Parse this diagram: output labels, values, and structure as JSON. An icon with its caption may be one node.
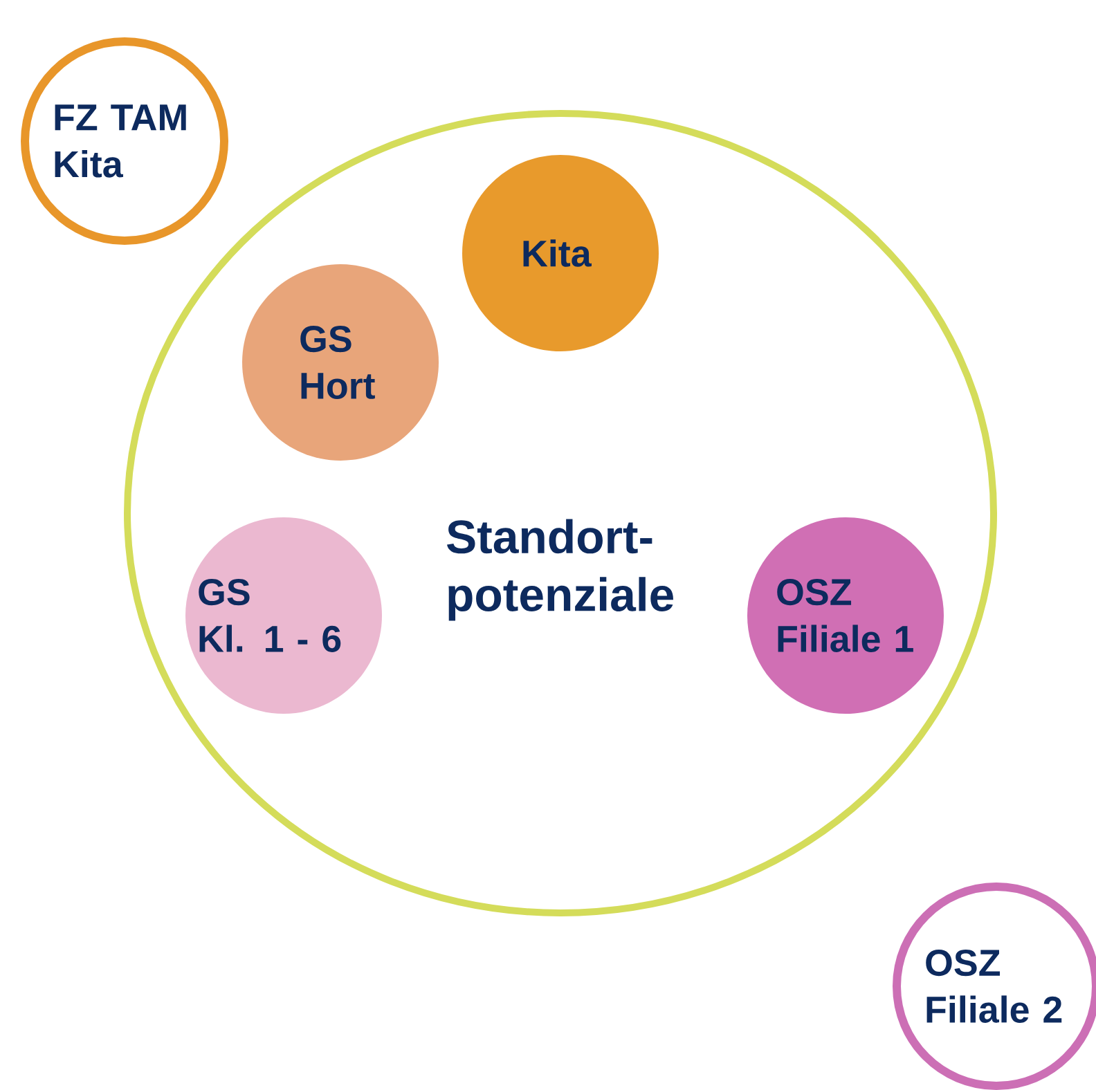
{
  "diagram": {
    "nodes": [
      {
        "text": [
          "FZ TAM Kita"
        ]
      },
      {
        "text": [
          "Standort- potenziale"
        ]
      },
      {
        "text": [
          "Kita"
        ],
        "in": 1
      },
      {
        "text": [
          "GS Hort"
        ],
        "in": 1
      },
      {
        "text": [
          "GS Kl. 1 - 6"
        ],
        "in": 1
      },
      {
        "text": [
          "OSZ Filiale 1"
        ],
        "in": 1
      },
      {
        "text": [
          "OSZ Filiale 2"
        ]
      }
    ]
  }
}
